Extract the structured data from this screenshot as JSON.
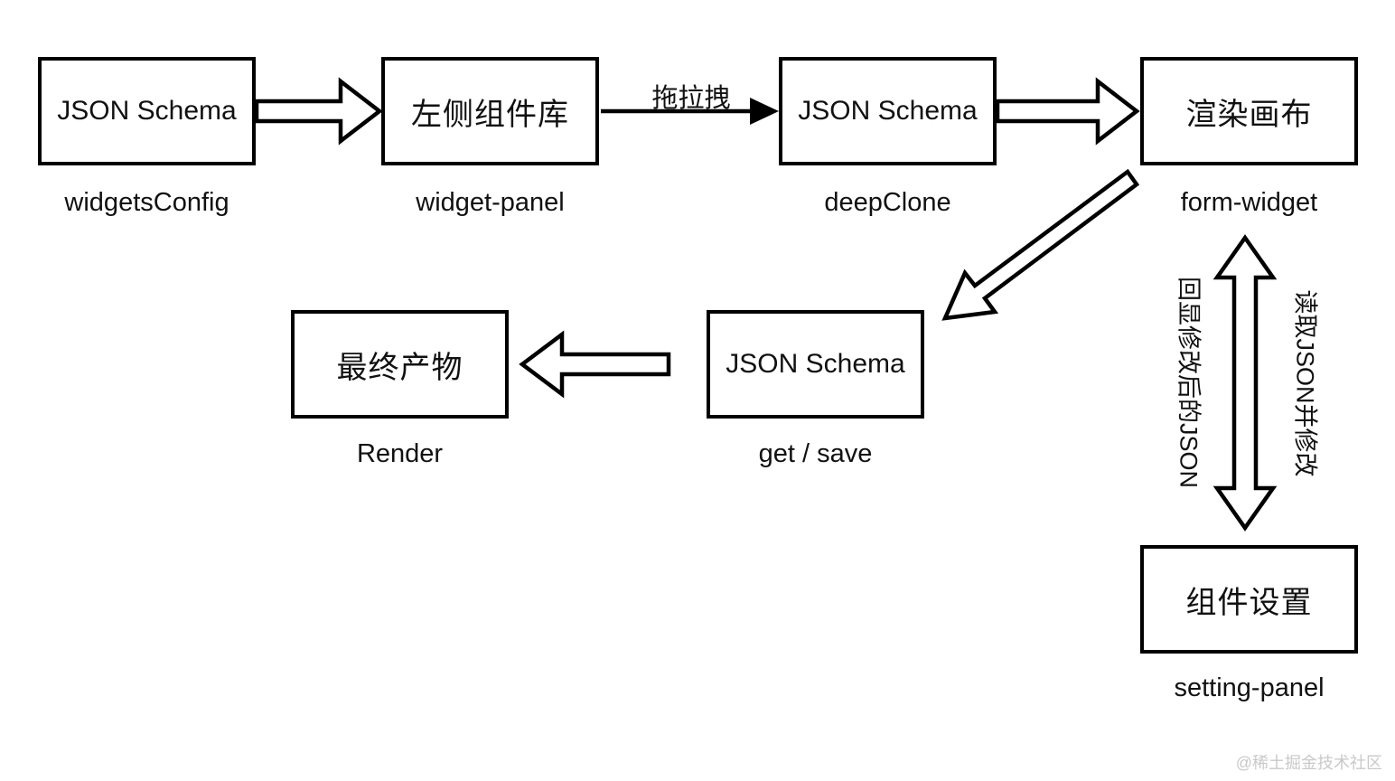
{
  "diagram": {
    "nodes": [
      {
        "text": "JSON Schema",
        "caption": "widgetsConfig"
      },
      {
        "text": "左侧组件库",
        "caption": "widget-panel"
      },
      {
        "text": "JSON Schema",
        "caption": "deepClone"
      },
      {
        "text": "渲染画布",
        "caption": "form-widget"
      },
      {
        "text": "JSON Schema",
        "caption": "get / save"
      },
      {
        "text": "最终产物",
        "caption": "Render"
      },
      {
        "text": "组件设置",
        "caption": "setting-panel"
      }
    ],
    "edge_labels": {
      "drag": "拖拉拽",
      "echo_modified_json": "回显修改后的JSON",
      "read_and_modify_json": "读取JSON并修改"
    },
    "watermark": "@稀土掘金技术社区",
    "colors": {
      "stroke": "#000000",
      "node_fill": "#ffffff",
      "watermark": "#c9c9c9"
    }
  }
}
